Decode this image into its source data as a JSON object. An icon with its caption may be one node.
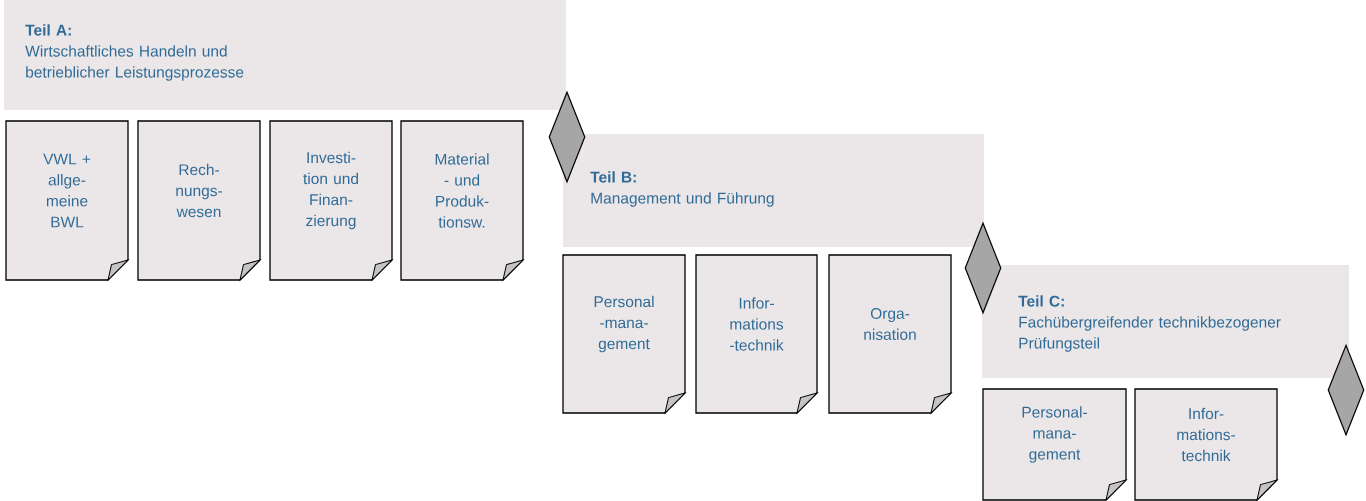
{
  "diagram": {
    "nodes": [
      {
        "text": [
          "Teil A:",
          "Wirtschaftliches Handeln und betrieblicher Leistungsprozesse"
        ]
      },
      {
        "text": [
          "VWL + allge- meine BWL"
        ]
      },
      {
        "text": [
          "Rech- nungs- wesen"
        ]
      },
      {
        "text": [
          "Investi- tion und Finan- zierung"
        ]
      },
      {
        "text": [
          "Material - und Produk- tionsw."
        ]
      },
      {
        "text": [],
        "shape": "diamond"
      },
      {
        "text": [
          "Teil B:",
          "Management und Führung"
        ]
      },
      {
        "text": [
          "Personal -mana- gement"
        ]
      },
      {
        "text": [
          "Infor- mations -technik"
        ]
      },
      {
        "text": [
          "Orga- nisation"
        ]
      },
      {
        "text": [],
        "shape": "diamond"
      },
      {
        "text": [
          "Teil C:",
          "Fachübergreifender technikbezogener Prüfungsteil"
        ]
      },
      {
        "text": [
          "Personal- mana- gement"
        ]
      },
      {
        "text": [
          "Infor- mations- technik"
        ]
      },
      {
        "text": [],
        "shape": "diamond"
      }
    ]
  }
}
